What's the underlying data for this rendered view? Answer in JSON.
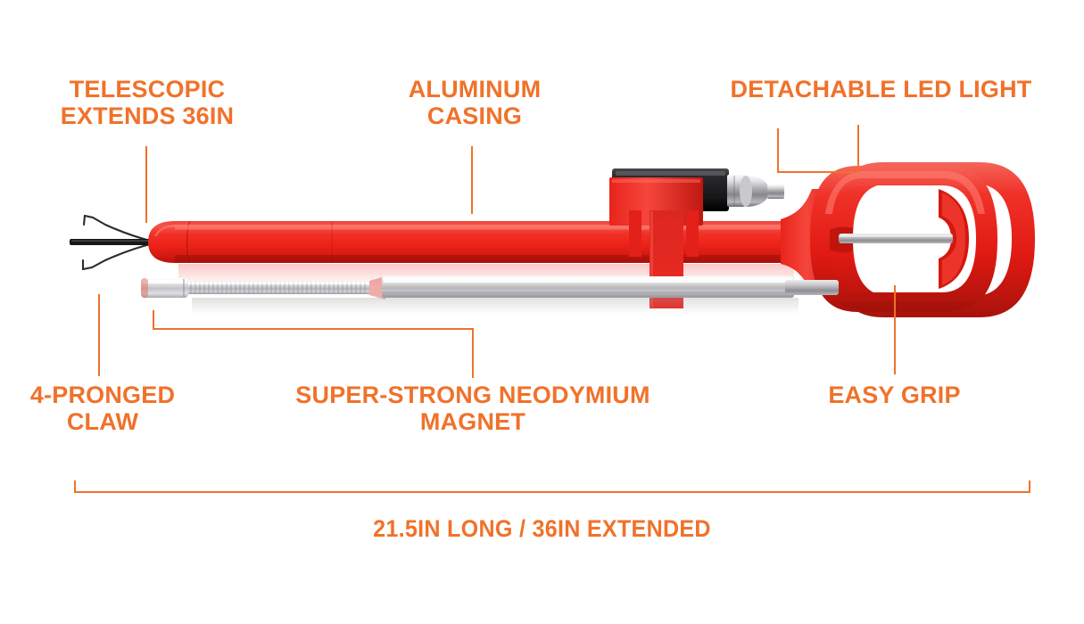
{
  "page": {
    "type": "product-feature-infographic",
    "background_color": "#FFFFFF",
    "accent_color": "#F0722A",
    "product_color": "#EE2A22"
  },
  "annotations": {
    "telescopic": {
      "label": "TELESCOPIC\nEXTENDS 36IN"
    },
    "aluminum": {
      "label": "ALUMINUM\nCASING"
    },
    "led": {
      "label": "DETACHABLE LED LIGHT"
    },
    "claw": {
      "label": "4-PRONGED\nCLAW"
    },
    "magnet": {
      "label": "SUPER-STRONG NEODYMIUM\nMAGNET"
    },
    "grip": {
      "label": "EASY GRIP"
    }
  },
  "dimension": {
    "caption": "21.5IN LONG / 36IN EXTENDED"
  },
  "product": {
    "name": "telescoping-magnetic-pickup-grabber-tool",
    "parts": [
      "claw-prongs",
      "red-aluminum-tube",
      "led-light-module",
      "easy-grip-handle",
      "flexible-magnet-wand"
    ]
  }
}
